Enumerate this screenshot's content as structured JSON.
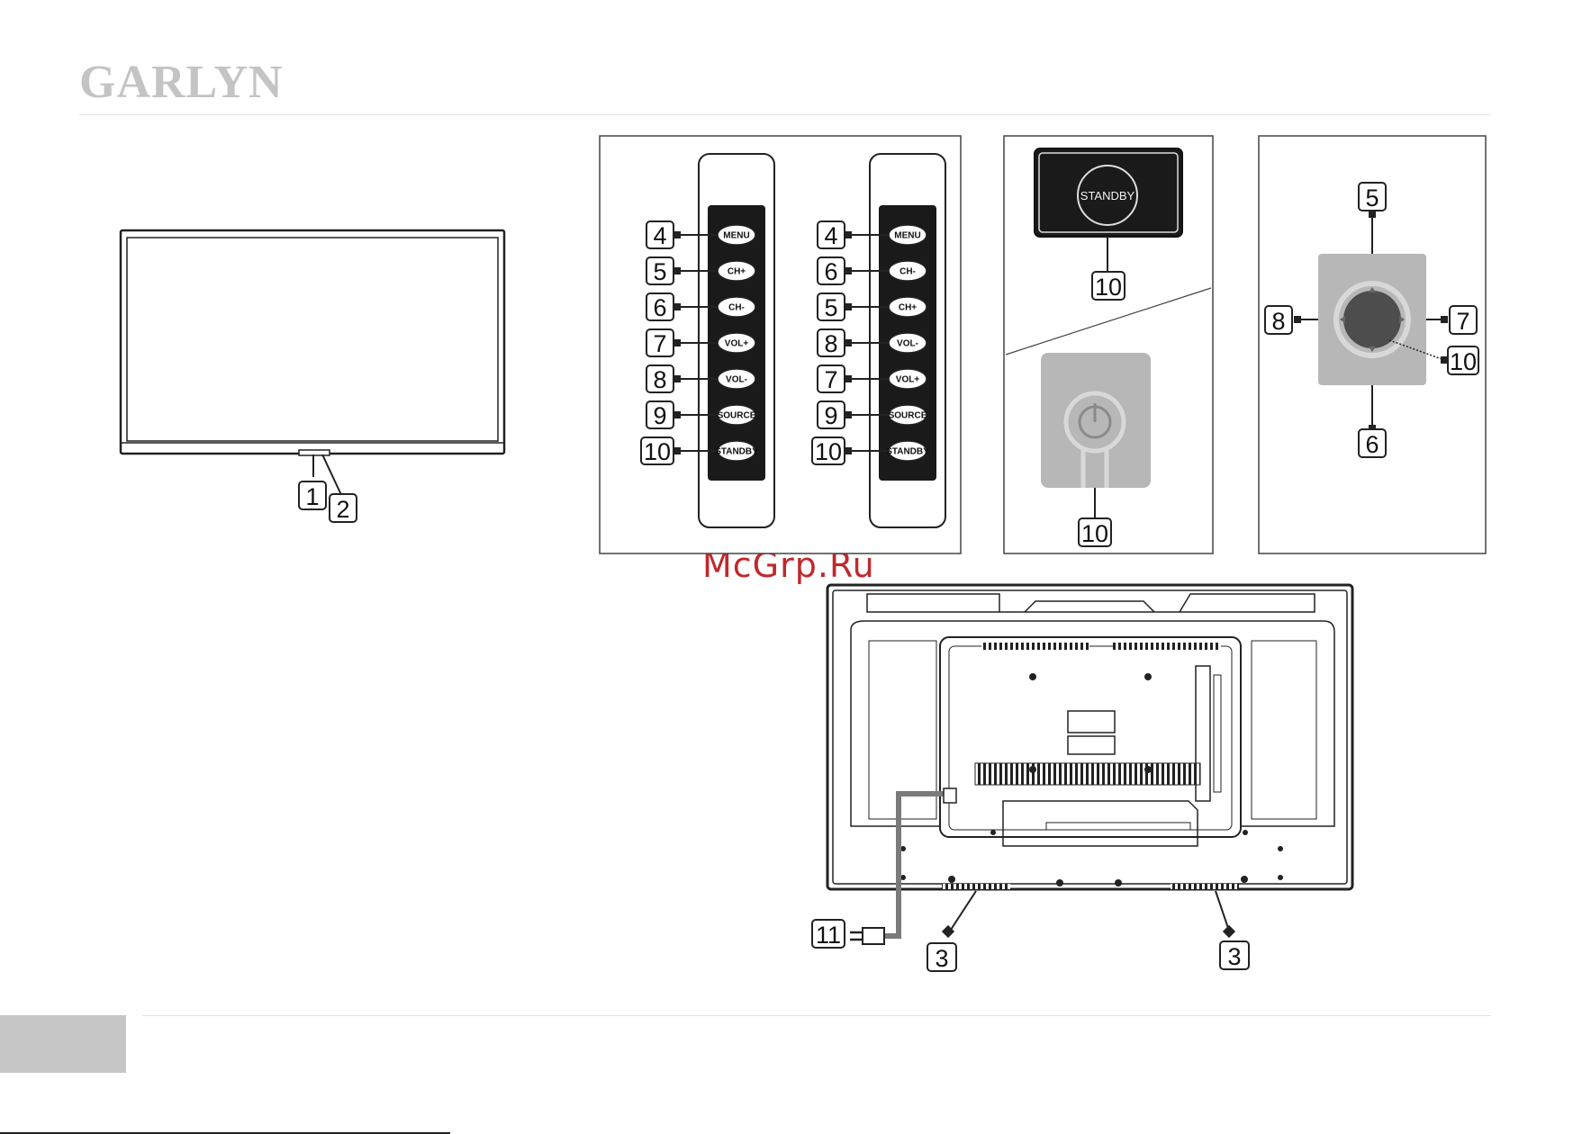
{
  "brand": "GARLYN",
  "watermark": "McGrp.Ru",
  "front_view": {
    "callouts": [
      "1",
      "2"
    ]
  },
  "button_panels": [
    {
      "buttons": [
        {
          "num": "4",
          "label": "MENU"
        },
        {
          "num": "5",
          "label": "CH+"
        },
        {
          "num": "6",
          "label": "CH-"
        },
        {
          "num": "7",
          "label": "VOL+"
        },
        {
          "num": "8",
          "label": "VOL-"
        },
        {
          "num": "9",
          "label": "SOURCE"
        },
        {
          "num": "10",
          "label": "STANDBY"
        }
      ]
    },
    {
      "buttons": [
        {
          "num": "4",
          "label": "MENU"
        },
        {
          "num": "6",
          "label": "CH-"
        },
        {
          "num": "5",
          "label": "CH+"
        },
        {
          "num": "8",
          "label": "VOL-"
        },
        {
          "num": "7",
          "label": "VOL+"
        },
        {
          "num": "9",
          "label": "SOURCE"
        },
        {
          "num": "10",
          "label": "STANDBY"
        }
      ]
    }
  ],
  "standby_panel": {
    "button_label": "STANDBY",
    "callout_top": "10",
    "callout_bottom": "10"
  },
  "joystick_panel": {
    "callout_up": "5",
    "callout_left": "8",
    "callout_right": "7",
    "callout_center": "10",
    "callout_down": "6"
  },
  "rear_view": {
    "callout_power": "11",
    "callout_speaker_left": "3",
    "callout_speaker_right": "3"
  },
  "colors": {
    "watermark": "#c0282c",
    "brand": "#c4c4c4",
    "button_panel": "#1a1a1a",
    "joystick_bg": "#b7b7b7",
    "power_cord": "#7a7a7a"
  }
}
